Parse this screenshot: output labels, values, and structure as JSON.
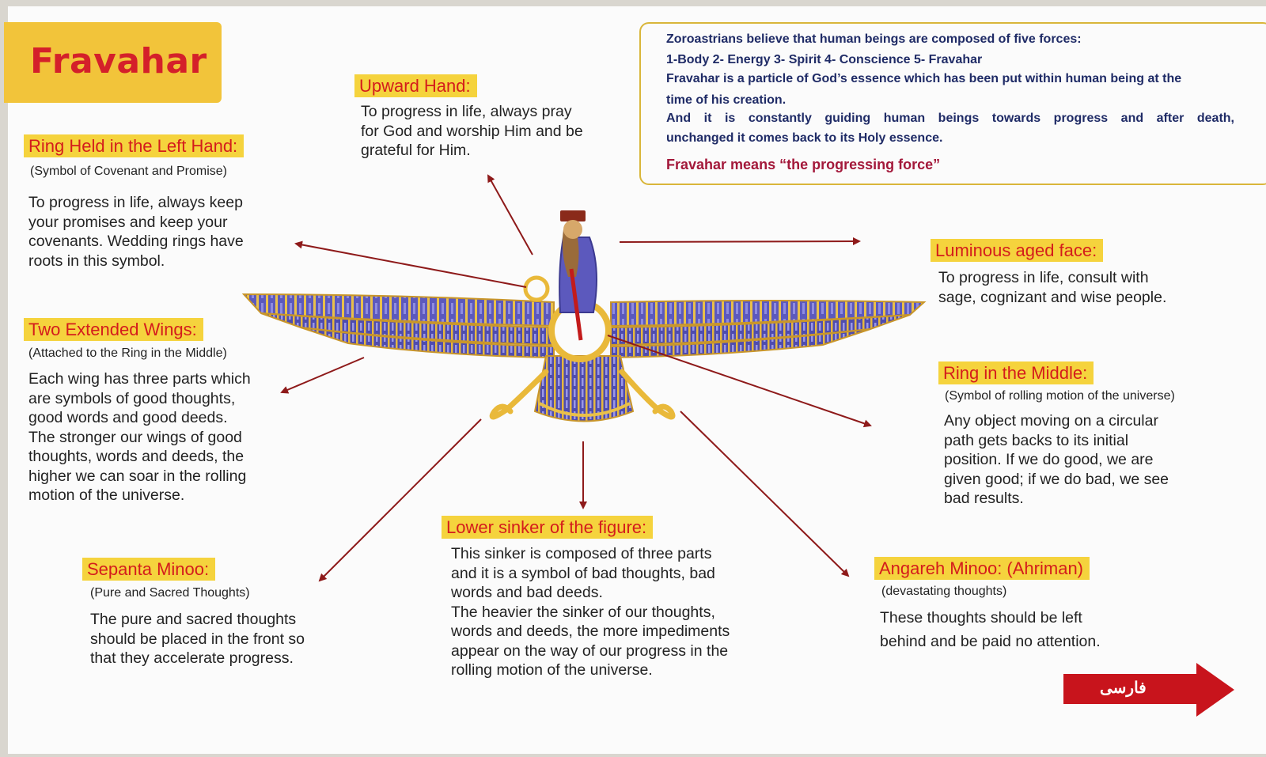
{
  "title": "Fravahar",
  "info": {
    "line1": "Zoroastrians believe that human beings are composed of five forces:",
    "line2": "1-Body  2- Energy  3- Spirit  4- Conscience  5- Fravahar",
    "line3": "Fravahar is a particle of God’s essence which has been put within human being at the",
    "line4": "time of his creation.",
    "line5": "And it is constantly guiding human beings towards progress and after death,",
    "line6": "unchanged it comes back to its Holy essence.",
    "highlight": "Fravahar means “the progressing force”"
  },
  "sections": {
    "upward_hand": {
      "heading": "Upward Hand:",
      "body": [
        "To progress in life, always pray",
        "for God and worship Him and be",
        "grateful for Him."
      ]
    },
    "ring_left": {
      "heading": "Ring Held in the Left Hand:",
      "sub": "(Symbol of Covenant and Promise)",
      "body": [
        "To progress in life, always keep",
        "your promises and keep your",
        "covenants. Wedding rings have",
        "roots in this symbol."
      ]
    },
    "wings": {
      "heading": "Two Extended Wings:",
      "sub": "(Attached to the Ring in the Middle)",
      "body": [
        "Each wing has three parts which",
        "are symbols of good thoughts,",
        "good words and good deeds.",
        "The stronger our wings of good",
        "thoughts, words and deeds, the",
        "higher we can soar in the rolling",
        "motion of the universe."
      ]
    },
    "sepanta": {
      "heading": "Sepanta Minoo:",
      "sub": "(Pure and Sacred Thoughts)",
      "body": [
        "The pure and sacred thoughts",
        "should be placed in the front so",
        "that they accelerate progress."
      ]
    },
    "lower_sinker": {
      "heading": "Lower sinker of the figure:",
      "body": [
        "This sinker is composed of three parts",
        "and it is a symbol of bad thoughts, bad",
        "words and bad deeds.",
        "The heavier the sinker of our thoughts,",
        "words and deeds, the more impediments",
        "appear on the way of our progress in the",
        "rolling motion of the universe."
      ]
    },
    "luminous_face": {
      "heading": "Luminous aged face:",
      "body": [
        "To progress in life, consult with",
        "sage, cognizant and wise people."
      ]
    },
    "ring_middle": {
      "heading": "Ring in the Middle:",
      "sub": "(Symbol of rolling motion of the universe)",
      "body": [
        "Any object moving on a circular",
        "path gets backs to its initial",
        "position. If we do good, we are",
        "given good; if we do bad, we see",
        "bad results."
      ]
    },
    "angareh": {
      "heading": "Angareh Minoo: (Ahriman)",
      "sub": "(devastating thoughts)",
      "body": [
        "These thoughts should be left",
        "behind and be paid no attention."
      ]
    }
  },
  "language_button": "فارسی",
  "colors": {
    "heading_bg": "#f5d33d",
    "heading_text": "#d41c1c",
    "arrow": "#8e1a1a",
    "wing_blue": "#5a57b8",
    "gold": "#e9b93a"
  }
}
